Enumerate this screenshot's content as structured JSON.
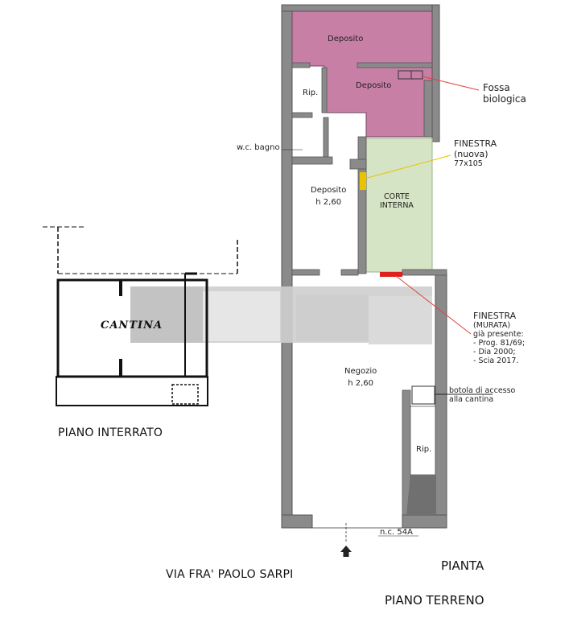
{
  "rooms": {
    "deposito_top": "Deposito",
    "deposito_mid": "Deposito",
    "rip_top": "Rip.",
    "wc_bagno": "w.c. bagno",
    "deposito_h": {
      "name": "Deposito",
      "height": "h 2,60"
    },
    "corte": {
      "line1": "CORTE",
      "line2": "INTERNA"
    },
    "negozio": {
      "name": "Negozio",
      "height": "h 2,60"
    },
    "rip_bottom": "Rip.",
    "cantina": "CANTINA"
  },
  "annotations": {
    "fossa": {
      "line1": "Fossa",
      "line2": "biologica"
    },
    "finestra_nuova": {
      "line1": "FINESTRA",
      "line2": "(nuova)",
      "line3": "77x105"
    },
    "finestra_murata": {
      "line1": "FINESTRA",
      "line2": "(MURATA)",
      "line3": "già presente:",
      "items": [
        "- Prog. 81/69;",
        "- Dia 2000;",
        "- Scia 2017."
      ]
    },
    "botola": {
      "line1": "botola di accesso",
      "line2": "alla cantina"
    },
    "civic_number": "n.c. 54A"
  },
  "captions": {
    "piano_interrato": "PIANO INTERRATO",
    "street": "VIA FRA' PAOLO SARPI",
    "pianta": "PIANTA",
    "piano_terreno": "PIANO TERRENO"
  },
  "colors": {
    "deposito_fill": "#c77fa6",
    "corte_fill": "#d5e4c5",
    "wall": "#8a8a8a",
    "wall_dark": "#666666",
    "leader_red": "#e0443c",
    "leader_yellow": "#e8c400",
    "window_new": "#e8c400",
    "window_walled": "#e0201c"
  }
}
